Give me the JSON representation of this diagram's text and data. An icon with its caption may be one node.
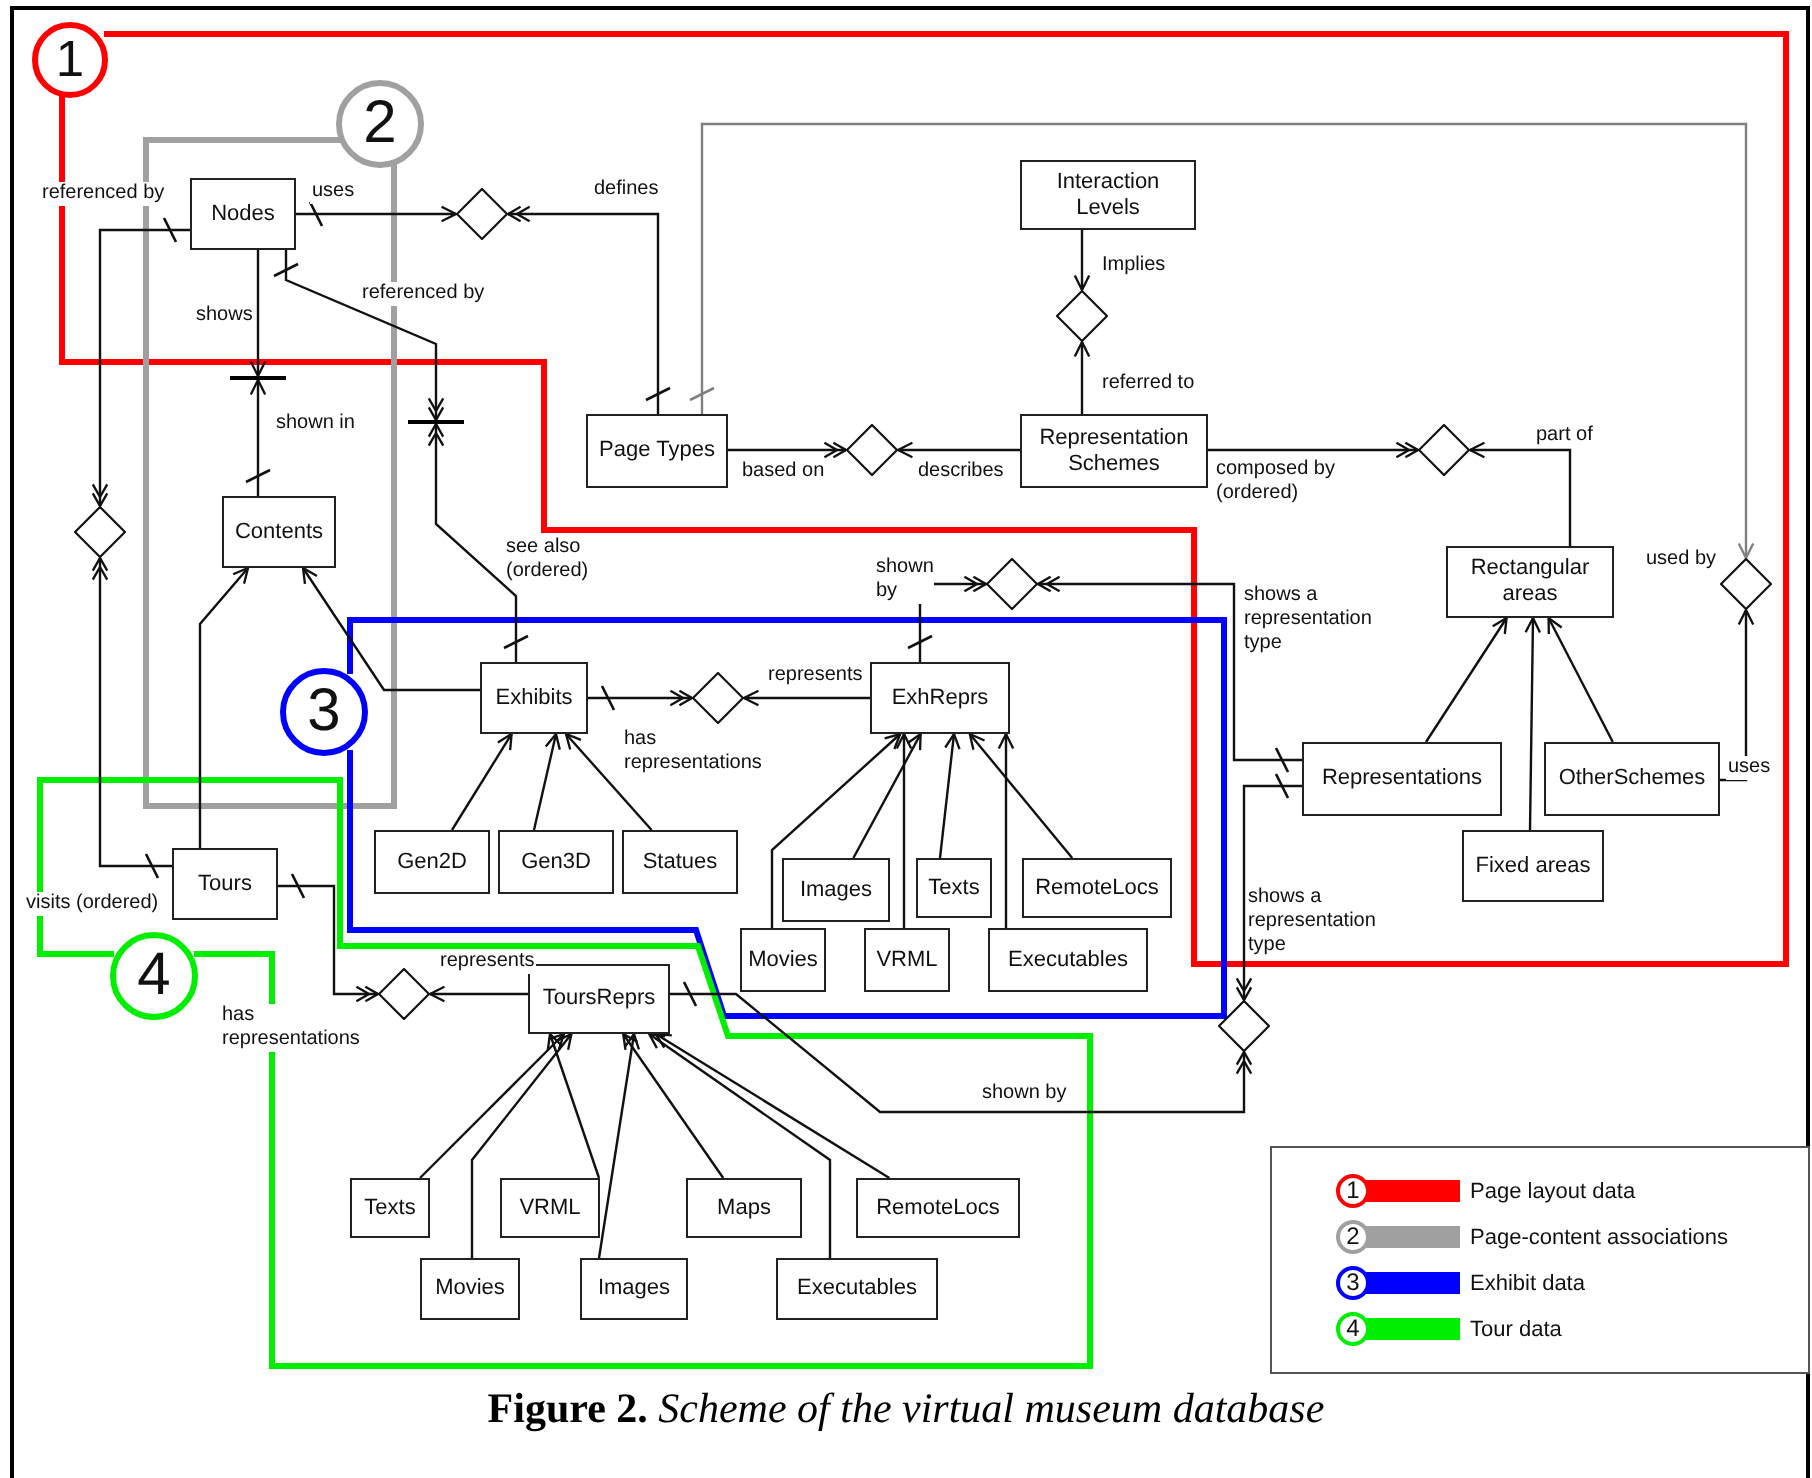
{
  "diagram": {
    "caption": "**Figure 2.** *Scheme of the virtual museum database*",
    "nodes": [
      {
        "text": [
          "Nodes"
        ]
      },
      {
        "text": [],
        "shape": "diamond"
      },
      {
        "text": [
          "Interaction Levels"
        ]
      },
      {
        "text": [],
        "shape": "diamond"
      },
      {
        "text": [],
        "shape": "bar"
      },
      {
        "text": [],
        "shape": "bar"
      },
      {
        "text": [
          "Page Types"
        ]
      },
      {
        "text": [],
        "shape": "diamond"
      },
      {
        "text": [
          "Representation Schemes"
        ]
      },
      {
        "text": [],
        "shape": "diamond"
      },
      {
        "text": [
          "Contents"
        ]
      },
      {
        "text": [],
        "shape": "diamond"
      },
      {
        "text": [
          "Rectangular areas"
        ]
      },
      {
        "text": [],
        "shape": "diamond"
      },
      {
        "text": [],
        "shape": "diamond"
      },
      {
        "text": [
          "Exhibits"
        ]
      },
      {
        "text": [],
        "shape": "diamond"
      },
      {
        "text": [
          "ExhReprs"
        ]
      },
      {
        "text": [
          "Representations"
        ]
      },
      {
        "text": [
          "OtherSchemes"
        ]
      },
      {
        "text": [
          "Gen2D"
        ]
      },
      {
        "text": [
          "Gen3D"
        ]
      },
      {
        "text": [
          "Statues"
        ]
      },
      {
        "text": [
          "Images"
        ]
      },
      {
        "text": [
          "Texts"
        ]
      },
      {
        "text": [
          "RemoteLocs"
        ]
      },
      {
        "text": [
          "Fixed areas"
        ]
      },
      {
        "text": [
          "Tours"
        ]
      },
      {
        "text": [
          "Movies"
        ]
      },
      {
        "text": [
          "VRML"
        ]
      },
      {
        "text": [
          "Executables"
        ]
      },
      {
        "text": [],
        "shape": "diamond"
      },
      {
        "text": [
          "ToursReprs"
        ]
      },
      {
        "text": [],
        "shape": "diamond"
      },
      {
        "text": [
          "Texts"
        ]
      },
      {
        "text": [
          "VRML"
        ]
      },
      {
        "text": [
          "Maps"
        ]
      },
      {
        "text": [
          "RemoteLocs"
        ]
      },
      {
        "text": [
          "Movies"
        ]
      },
      {
        "text": [
          "Images"
        ]
      },
      {
        "text": [
          "Executables"
        ]
      }
    ],
    "edges": [
      {
        "from": 0,
        "to": 1,
        "arrow": "to",
        "label": "uses"
      },
      {
        "from": 6,
        "to": 1,
        "arrow": "to",
        "label": "defines"
      },
      {
        "from": 6,
        "to": 13,
        "arrow": "to",
        "label": "used by",
        "color": "#808080"
      },
      {
        "from": 2,
        "to": 3,
        "arrow": "to",
        "label": "Implies"
      },
      {
        "from": 8,
        "to": 3,
        "arrow": "to",
        "label": "referred to"
      },
      {
        "from": 6,
        "to": 7,
        "arrow": "to",
        "label": "based on"
      },
      {
        "from": 8,
        "to": 7,
        "arrow": "to",
        "label": "describes"
      },
      {
        "from": 8,
        "to": 9,
        "arrow": "to",
        "label": "composed by (ordered)"
      },
      {
        "from": 12,
        "to": 9,
        "arrow": "to",
        "label": "part of"
      },
      {
        "from": 19,
        "to": 13,
        "arrow": "to",
        "label": "uses"
      },
      {
        "from": 0,
        "to": 4,
        "arrow": "to",
        "label": "shows"
      },
      {
        "from": 10,
        "to": 4,
        "arrow": "to",
        "label": "shown in"
      },
      {
        "from": 0,
        "to": 5,
        "arrow": "to",
        "label": "referenced by"
      },
      {
        "from": 15,
        "to": 5,
        "arrow": "to",
        "label": "see also (ordered)"
      },
      {
        "from": 0,
        "to": 11,
        "arrow": "to",
        "label": "referenced by"
      },
      {
        "from": 27,
        "to": 11,
        "arrow": "to",
        "label": "visits (ordered)"
      },
      {
        "from": 27,
        "to": 10,
        "arrow": "to"
      },
      {
        "from": 15,
        "to": 10,
        "arrow": "to"
      },
      {
        "from": 15,
        "to": 16,
        "arrow": "to",
        "label": "has representations"
      },
      {
        "from": 17,
        "to": 16,
        "arrow": "to",
        "label": "represents"
      },
      {
        "from": 17,
        "to": 14,
        "arrow": "to",
        "label": "shown by"
      },
      {
        "from": 18,
        "to": 14,
        "arrow": "to",
        "label": "shows a representation type"
      },
      {
        "from": 18,
        "to": 33,
        "arrow": "to",
        "label": "shows a representation type"
      },
      {
        "from": 32,
        "to": 33,
        "arrow": "to",
        "label": "shown by"
      },
      {
        "from": 27,
        "to": 31,
        "arrow": "to",
        "label": "has representations"
      },
      {
        "from": 32,
        "to": 31,
        "arrow": "to",
        "label": "represents"
      },
      {
        "from": 20,
        "to": 15,
        "arrow": "to"
      },
      {
        "from": 21,
        "to": 15,
        "arrow": "to"
      },
      {
        "from": 22,
        "to": 15,
        "arrow": "to"
      },
      {
        "from": 23,
        "to": 17,
        "arrow": "to"
      },
      {
        "from": 24,
        "to": 17,
        "arrow": "to"
      },
      {
        "from": 25,
        "to": 17,
        "arrow": "to"
      },
      {
        "from": 28,
        "to": 17,
        "arrow": "to"
      },
      {
        "from": 29,
        "to": 17,
        "arrow": "to"
      },
      {
        "from": 30,
        "to": 17,
        "arrow": "to"
      },
      {
        "from": 18,
        "to": 12,
        "arrow": "to"
      },
      {
        "from": 26,
        "to": 12,
        "arrow": "to"
      },
      {
        "from": 19,
        "to": 12,
        "arrow": "to"
      },
      {
        "from": 34,
        "to": 32,
        "arrow": "to"
      },
      {
        "from": 35,
        "to": 32,
        "arrow": "to"
      },
      {
        "from": 36,
        "to": 32,
        "arrow": "to"
      },
      {
        "from": 37,
        "to": 32,
        "arrow": "to"
      },
      {
        "from": 38,
        "to": 32,
        "arrow": "to"
      },
      {
        "from": 39,
        "to": 32,
        "arrow": "to"
      },
      {
        "from": 40,
        "to": 32,
        "arrow": "to"
      }
    ],
    "labels": [
      "1",
      "2",
      "3",
      "4",
      "1",
      "2",
      "3",
      "4"
    ],
    "legend": [
      {
        "text": "Page layout data",
        "color": "#ff0000"
      },
      {
        "text": "Page-content associations",
        "color": "#a0a0a0"
      },
      {
        "text": "Exhibit data",
        "color": "#0000ff"
      },
      {
        "text": "Tour data",
        "color": "#00ee00"
      }
    ]
  }
}
